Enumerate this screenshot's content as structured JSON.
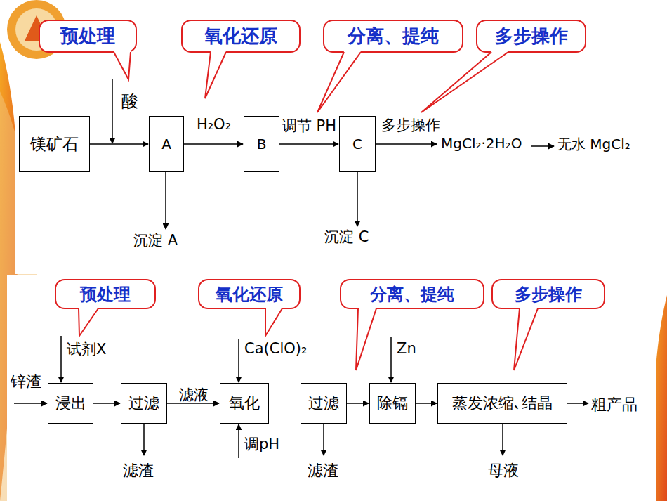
{
  "diagram": {
    "nodes": [
      {
        "text": [
          "预处理"
        ]
      },
      {
        "text": [
          "氧化还原"
        ]
      },
      {
        "text": [
          "分离、提纯"
        ]
      },
      {
        "text": [
          "多步操作"
        ]
      },
      {
        "text": [
          "镁矿石"
        ]
      },
      {
        "text": [
          "A"
        ]
      },
      {
        "text": [
          "B"
        ]
      },
      {
        "text": [
          "C"
        ]
      },
      {
        "text": [
          "预处理"
        ]
      },
      {
        "text": [
          "氧化还原"
        ]
      },
      {
        "text": [
          "分离、提纯"
        ]
      },
      {
        "text": [
          "多步操作"
        ]
      },
      {
        "text": [
          "浸出"
        ]
      },
      {
        "text": [
          "过滤"
        ]
      },
      {
        "text": [
          "氧化"
        ]
      },
      {
        "text": [
          "过滤"
        ]
      },
      {
        "text": [
          "除镉"
        ]
      },
      {
        "text": [
          "蒸发浓缩､结晶"
        ]
      }
    ],
    "edges": [
      {
        "from": 4,
        "to": 5,
        "arrow": "to"
      },
      {
        "from": 5,
        "to": 6,
        "label": "H₂O₂",
        "arrow": "to"
      },
      {
        "from": 6,
        "to": 7,
        "label": "调节 PH",
        "arrow": "to"
      },
      {
        "from": 12,
        "to": 13,
        "arrow": "to"
      },
      {
        "from": 13,
        "to": 14,
        "label": "滤液",
        "arrow": "to"
      },
      {
        "from": 15,
        "to": 16,
        "arrow": "to"
      },
      {
        "from": 16,
        "to": 17,
        "arrow": "to"
      }
    ],
    "labels": [
      "酸",
      "沉淀 A",
      "沉淀 C",
      "多步操作",
      "MgCl₂·2H₂O",
      "无水 MgCl₂",
      "锌渣",
      "试剂X",
      "滤渣",
      "Ca(ClO)₂",
      "调pH",
      "Zn",
      "滤渣",
      "母液",
      "粗产品"
    ]
  }
}
